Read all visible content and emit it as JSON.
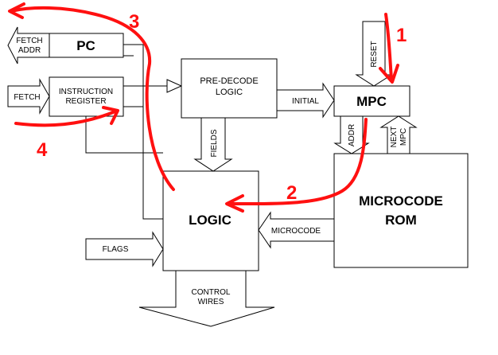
{
  "blocks": {
    "pc": "PC",
    "ir_line1": "INSTRUCTION",
    "ir_line2": "REGISTER",
    "predecode_line1": "PRE-DECODE",
    "predecode_line2": "LOGIC",
    "mpc": "MPC",
    "logic": "LOGIC",
    "rom_line1": "MICROCODE",
    "rom_line2": "ROM"
  },
  "signals": {
    "fetch_addr_line1": "FETCH",
    "fetch_addr_line2": "ADDR",
    "fetch": "FETCH",
    "reset": "RESET",
    "initial": "INITIAL",
    "fields": "FIELDS",
    "addr": "ADDR",
    "next_mpc_line1": "NEXT",
    "next_mpc_line2": "MPC",
    "microcode": "MICROCODE",
    "flags": "FLAGS",
    "control_line1": "CONTROL",
    "control_line2": "WIRES"
  },
  "annotations": {
    "step1": "1",
    "step2": "2",
    "step3": "3",
    "step4": "4"
  },
  "colors": {
    "annotation": "#ff1010",
    "lines": "#000000"
  }
}
